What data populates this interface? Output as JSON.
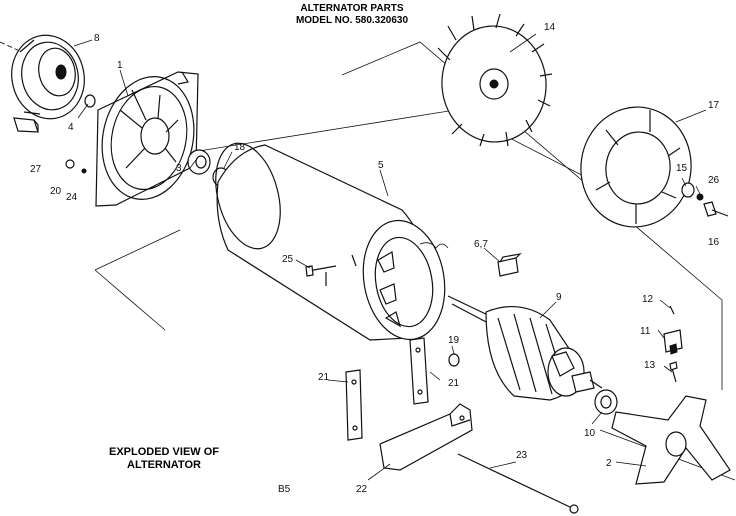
{
  "title": {
    "line1": "ALTERNATOR PARTS",
    "line2": "MODEL NO. 580.320630"
  },
  "caption": {
    "line1": "EXPLODED VIEW OF",
    "line2": "ALTERNATOR"
  },
  "page_code": "B5",
  "callouts": [
    {
      "key": "c8",
      "label": "8"
    },
    {
      "key": "c1",
      "label": "1"
    },
    {
      "key": "c4",
      "label": "4"
    },
    {
      "key": "c27",
      "label": "27"
    },
    {
      "key": "c20",
      "label": "20"
    },
    {
      "key": "c24",
      "label": "24"
    },
    {
      "key": "c3",
      "label": "3"
    },
    {
      "key": "c18",
      "label": "18"
    },
    {
      "key": "c5",
      "label": "5"
    },
    {
      "key": "c14",
      "label": "14"
    },
    {
      "key": "c17",
      "label": "17"
    },
    {
      "key": "c15",
      "label": "15"
    },
    {
      "key": "c26a",
      "label": "26"
    },
    {
      "key": "c16",
      "label": "16"
    },
    {
      "key": "c25",
      "label": "25"
    },
    {
      "key": "c67",
      "label": "6,7"
    },
    {
      "key": "c9",
      "label": "9"
    },
    {
      "key": "c12",
      "label": "12"
    },
    {
      "key": "c11",
      "label": "11"
    },
    {
      "key": "c13",
      "label": "13"
    },
    {
      "key": "c19",
      "label": "19"
    },
    {
      "key": "c21a",
      "label": "21"
    },
    {
      "key": "c21b",
      "label": "21"
    },
    {
      "key": "c10",
      "label": "10"
    },
    {
      "key": "c2",
      "label": "2"
    },
    {
      "key": "c22",
      "label": "22"
    },
    {
      "key": "c23",
      "label": "23"
    }
  ]
}
